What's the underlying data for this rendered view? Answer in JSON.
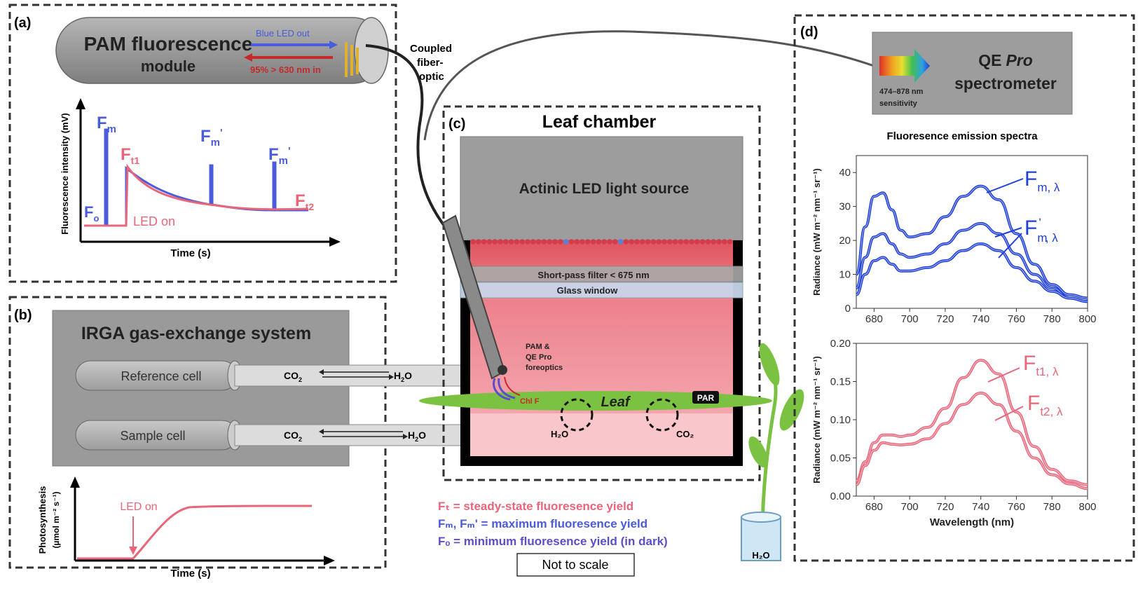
{
  "panels": {
    "a": {
      "tag": "(a)",
      "module_title": "PAM fluorescence",
      "module_subtitle": "module",
      "blue_led": "Blue LED out",
      "red_in": "95% > 630 nm in",
      "ylabel": "Fluorescence intensity (mV)",
      "xlabel": "Time (s)",
      "led_on": "LED on",
      "labels": {
        "fm": "F",
        "fm_sub": "m",
        "ft1": "F",
        "ft1_sub": "t1",
        "fm2": "F",
        "fm2_sub": "m",
        "fm2_sup": "'",
        "fm3": "F",
        "fm3_sub": "m",
        "fm3_sup": "'",
        "ft2": "F",
        "ft2_sub": "t2",
        "fo": "F",
        "fo_sub": "o"
      }
    },
    "b": {
      "tag": "(b)",
      "title": "IRGA gas-exchange system",
      "reference_cell": "Reference cell",
      "sample_cell": "Sample cell",
      "co2": "CO",
      "co2_sub": "2",
      "h2o": "H",
      "h2o_sub": "2",
      "h2o_tail": "O",
      "ylabel1": "Photosynthesis",
      "ylabel2": "(µmol m⁻² s⁻¹)",
      "xlabel": "Time (s)",
      "led_on": "LED on"
    },
    "c": {
      "tag": "(c)",
      "title": "Leaf chamber",
      "light_source": "Actinic LED light source",
      "filter": "Short-pass filter < 675 nm",
      "glass": "Glass window",
      "foreoptics1": "PAM &",
      "foreoptics2": "QE Pro",
      "foreoptics3": "foreoptics",
      "chl_f": "Chl F",
      "leaf": "Leaf",
      "par": "PAR",
      "h2o": "H₂O",
      "co2": "CO₂",
      "plant_h2o": "H₂O",
      "coupled1": "Coupled",
      "coupled2": "fiber-",
      "coupled3": "optic"
    },
    "d": {
      "tag": "(d)",
      "spectrometer1": "QE",
      "spectrometer1_italic": "Pro",
      "spectrometer2": "spectrometer",
      "sensitivity1": "474–878 nm",
      "sensitivity2": "sensitivity",
      "chart_title": "Fluoresence emission spectra"
    }
  },
  "legend": {
    "line1": "Fₜ = steady-state fluoresence yield",
    "line2": "Fₘ, Fₘ' = maximum fluoresence yield",
    "line3": "Fₒ = minimum fluoresence yield (in dark)",
    "not_to_scale": "Not to scale"
  },
  "colors": {
    "blue": "#1f3fd6",
    "red": "#e8657a",
    "gray_box": "#9a9a9a",
    "chamber_pink": "#f4a0aa",
    "leaf_green": "#7cc242",
    "purple": "#5b4fc8"
  },
  "chart_data": [
    {
      "type": "line",
      "title": "Fluoresence emission spectra",
      "xlabel": "",
      "ylabel": "Radiance (mW m⁻² nm⁻¹ sr⁻¹)",
      "xlim": [
        670,
        800
      ],
      "ylim": [
        0,
        45
      ],
      "x_ticks": [
        680,
        700,
        720,
        740,
        760,
        780,
        800
      ],
      "y_ticks": [
        0,
        10,
        20,
        30,
        40
      ],
      "x": [
        670,
        675,
        680,
        685,
        690,
        695,
        700,
        710,
        720,
        730,
        740,
        750,
        760,
        770,
        780,
        790,
        800
      ],
      "series": [
        {
          "name": "F m, λ",
          "values": [
            10,
            24,
            33,
            34,
            29,
            23,
            21,
            22,
            27,
            33,
            36,
            32,
            22,
            13,
            7,
            4,
            3
          ]
        },
        {
          "name": "F m', λ",
          "values": [
            6,
            15,
            21,
            22,
            19,
            16,
            15,
            16,
            19,
            23,
            25,
            22,
            16,
            10,
            6,
            3,
            2
          ]
        },
        {
          "name": "",
          "values": [
            4,
            10,
            14,
            15,
            13,
            11,
            11,
            12,
            14,
            17,
            19,
            17,
            12,
            8,
            5,
            3,
            2
          ]
        }
      ],
      "labels": {
        "s1": "F",
        "s1_sub": "m, λ",
        "s2": "F",
        "s2_sup": "'",
        "s2_sub": "m",
        "s2_tail": ", λ"
      }
    },
    {
      "type": "line",
      "xlabel": "Wavelength (nm)",
      "ylabel": "Radiance (mW m⁻² nm⁻¹ sr⁻¹)",
      "xlim": [
        670,
        800
      ],
      "ylim": [
        0,
        0.2
      ],
      "x_ticks": [
        680,
        700,
        720,
        740,
        760,
        780,
        800
      ],
      "y_ticks": [
        "0.00",
        "0.05",
        "0.10",
        "0.15",
        "0.20"
      ],
      "x": [
        670,
        675,
        680,
        685,
        690,
        695,
        700,
        710,
        720,
        730,
        740,
        750,
        760,
        770,
        780,
        790,
        800
      ],
      "series": [
        {
          "name": "F t1, λ",
          "values": [
            0.02,
            0.045,
            0.07,
            0.08,
            0.08,
            0.078,
            0.08,
            0.09,
            0.115,
            0.155,
            0.178,
            0.16,
            0.11,
            0.065,
            0.035,
            0.02,
            0.015
          ]
        },
        {
          "name": "F t2, λ",
          "values": [
            0.015,
            0.04,
            0.06,
            0.07,
            0.068,
            0.067,
            0.068,
            0.075,
            0.095,
            0.12,
            0.135,
            0.12,
            0.085,
            0.05,
            0.028,
            0.016,
            0.01
          ]
        }
      ],
      "labels": {
        "s1": "F",
        "s1_sub": "t1, λ",
        "s2": "F",
        "s2_sub": "t2, λ"
      }
    }
  ]
}
